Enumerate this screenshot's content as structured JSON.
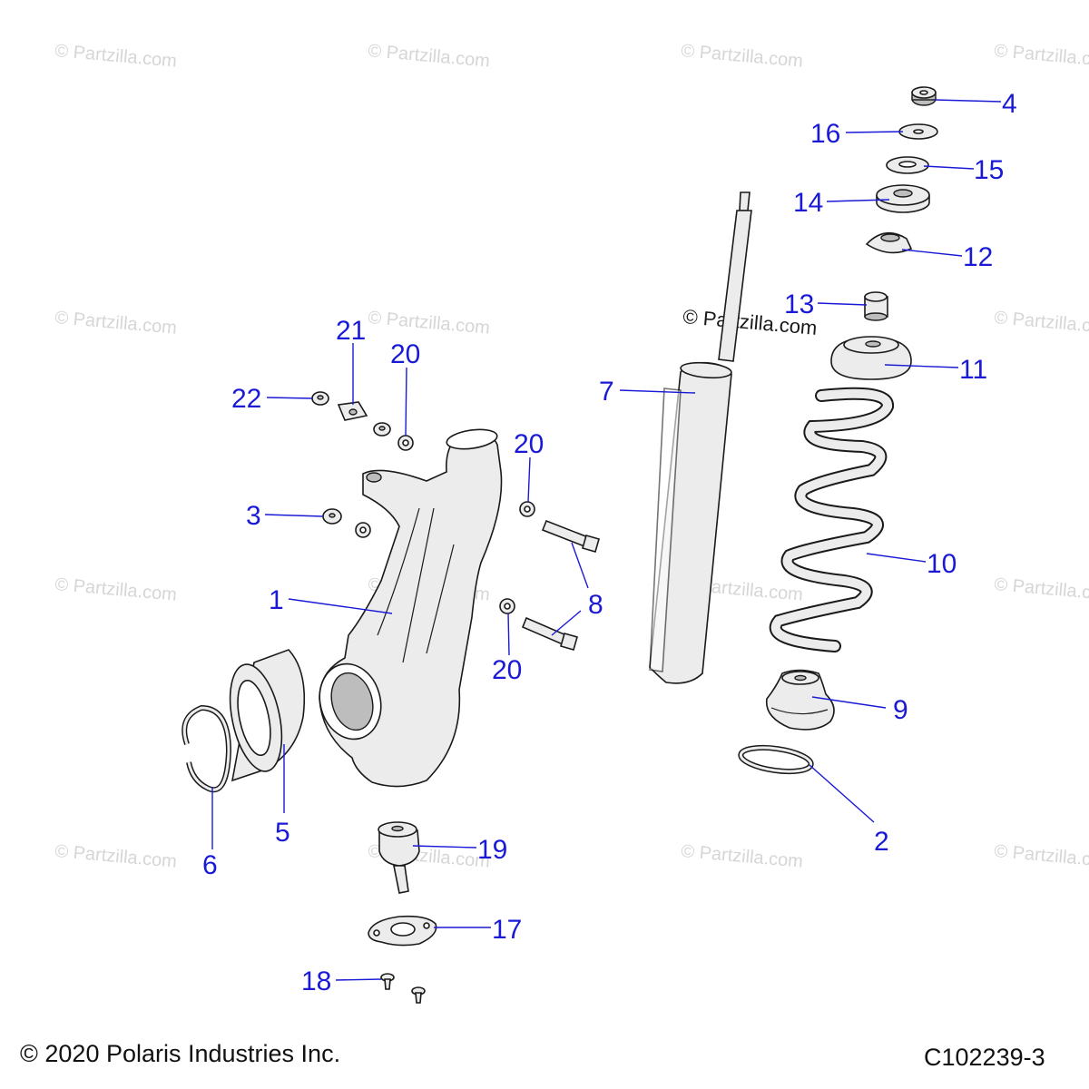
{
  "watermark": {
    "text": "© Partzilla.com"
  },
  "center_watermark": {
    "text": "© Partzilla.com"
  },
  "callouts": {
    "c1": "1",
    "c2": "2",
    "c3": "3",
    "c4": "4",
    "c5": "5",
    "c6": "6",
    "c7": "7",
    "c8": "8",
    "c9": "9",
    "c10": "10",
    "c11": "11",
    "c12": "12",
    "c13": "13",
    "c14": "14",
    "c15": "15",
    "c16": "16",
    "c17": "17",
    "c18": "18",
    "c19": "19",
    "c20a": "20",
    "c20b": "20",
    "c20c": "20",
    "c21": "21",
    "c22": "22"
  },
  "footer": {
    "copyright": "© 2020 Polaris Industries Inc.",
    "figure_id": "C102239-3"
  },
  "colors": {
    "callout": "#1a1ad6",
    "part_outline": "#1a1a1a",
    "part_fill": "#ececec",
    "watermark": "#d6d6d6"
  }
}
